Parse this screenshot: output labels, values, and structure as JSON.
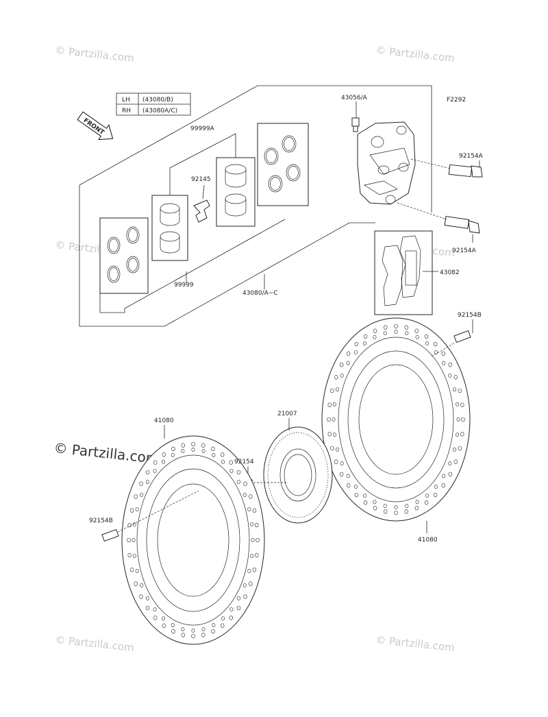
{
  "diagram_id": "F2292",
  "front_label": "FRONT",
  "side_table": [
    {
      "side": "LH",
      "part": "(43080/B)"
    },
    {
      "side": "RH",
      "part": "(43080A/C)"
    }
  ],
  "labels": {
    "p43056": "43056/A",
    "p92154A_top": "92154A",
    "p92154A_mid": "92154A",
    "p43082": "43082",
    "p99999A": "99999A",
    "p92145": "92145",
    "p99999": "99999",
    "p43080": "43080/A~C",
    "p92154B_right": "92154B",
    "p41080_left": "41080",
    "p21007": "21007",
    "p92154": "92154",
    "p92154B_left": "92154B",
    "p41080_right": "41080"
  },
  "watermark": {
    "small": "© Partzilla.com",
    "large": "© Partzilla.com"
  }
}
